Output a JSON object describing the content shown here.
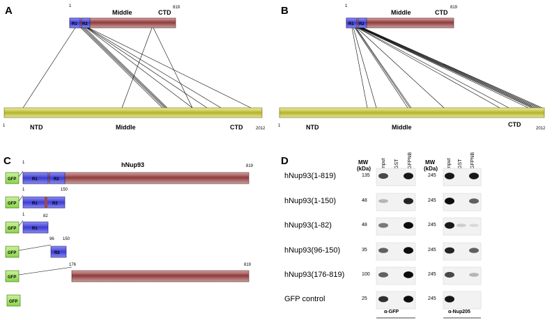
{
  "colors": {
    "r_domain": "#4a4ad8",
    "middle_domain": "#9c4a4a",
    "nup205_bar": "#c8c832",
    "gfp_tag": "#9be04a"
  },
  "panel_a": {
    "letter": "A",
    "nup93": {
      "middle": "Middle",
      "ctd": "CTD",
      "start": "1",
      "end": "819",
      "r1": "R1",
      "r2": "R2"
    },
    "nup205": {
      "ntd": "NTD",
      "middle": "Middle",
      "ctd": "CTD",
      "start": "1",
      "end": "2012"
    }
  },
  "panel_b": {
    "letter": "B",
    "nup93": {
      "middle": "Middle",
      "ctd": "CTD",
      "start": "1",
      "end": "819",
      "r1": "R1",
      "r2": "R2"
    },
    "nup205": {
      "ntd": "NTD",
      "middle": "Middle",
      "ctd": "CTD",
      "start": "1",
      "end": "2012"
    }
  },
  "panel_c": {
    "letter": "C",
    "title": "hNup93",
    "gfp": "GFP",
    "r1": "R1",
    "r2": "R2",
    "constructs": [
      {
        "start": "1",
        "end": "819"
      },
      {
        "start": "1",
        "end": "150"
      },
      {
        "start": "1",
        "end": "82"
      },
      {
        "start": "96",
        "end": "150"
      },
      {
        "start": "176",
        "end": "819"
      },
      {
        "start": "",
        "end": ""
      }
    ]
  },
  "panel_d": {
    "letter": "D",
    "mw_header": [
      "MW",
      "(kDa)"
    ],
    "lanes": [
      "Input",
      "GST",
      "GFPNB"
    ],
    "antibody_left": "α-GFP",
    "antibody_right": "α-Nup205",
    "rows": [
      {
        "label": "hNup93(1-819)",
        "mw_left": "135",
        "mw_right": "245"
      },
      {
        "label": "hNup93(1-150)",
        "mw_left": "48",
        "mw_right": "245"
      },
      {
        "label": "hNup93(1-82)",
        "mw_left": "48",
        "mw_right": "245"
      },
      {
        "label": "hNup93(96-150)",
        "mw_left": "35",
        "mw_right": "245"
      },
      {
        "label": "hNup93(176-819)",
        "mw_left": "100",
        "mw_right": "245"
      },
      {
        "label": "GFP control",
        "mw_left": "25",
        "mw_right": "245"
      }
    ]
  }
}
